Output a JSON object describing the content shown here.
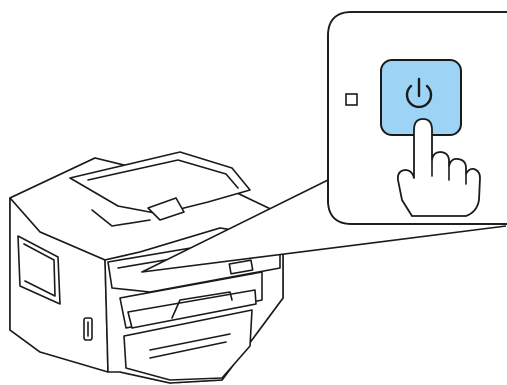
{
  "figure": {
    "device": "multifunction-printer",
    "control": "power-button",
    "control_icon": "power-icon",
    "indicator": "power-light",
    "gesture": "pointing-hand-press",
    "colors": {
      "line": "#1a1a1a",
      "button_fill": "#9dd3f4",
      "button_border": "#1a1a1a",
      "background": "#ffffff"
    }
  }
}
